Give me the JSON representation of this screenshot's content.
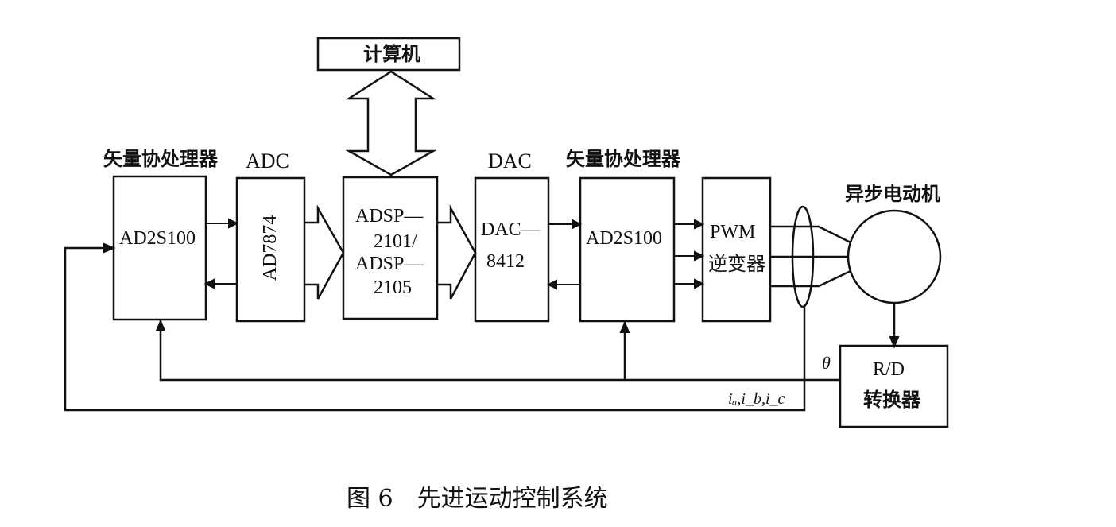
{
  "computer": "计算机",
  "labels": {
    "vec_left": "矢量协处理器",
    "adc": "ADC",
    "dac": "DAC",
    "vec_right": "矢量协处理器",
    "motor": "异步电动机"
  },
  "blocks": {
    "ad2s100_left": "AD2S100",
    "ad7874": "AD7874",
    "adsp_line1": "ADSP—",
    "adsp_line2": "2101/",
    "adsp_line3": "ADSP—",
    "adsp_line4": "2105",
    "dac_line1": "DAC—",
    "dac_line2": "8412",
    "ad2s100_right": "AD2S100",
    "pwm_line1": "PWM",
    "pwm_line2": "逆变器",
    "rd_line1": "R/D",
    "rd_line2": "转换器"
  },
  "signals": {
    "theta": "θ",
    "currents": "iₐ,i_b,i_c"
  },
  "caption": "图 6　先进运动控制系统"
}
